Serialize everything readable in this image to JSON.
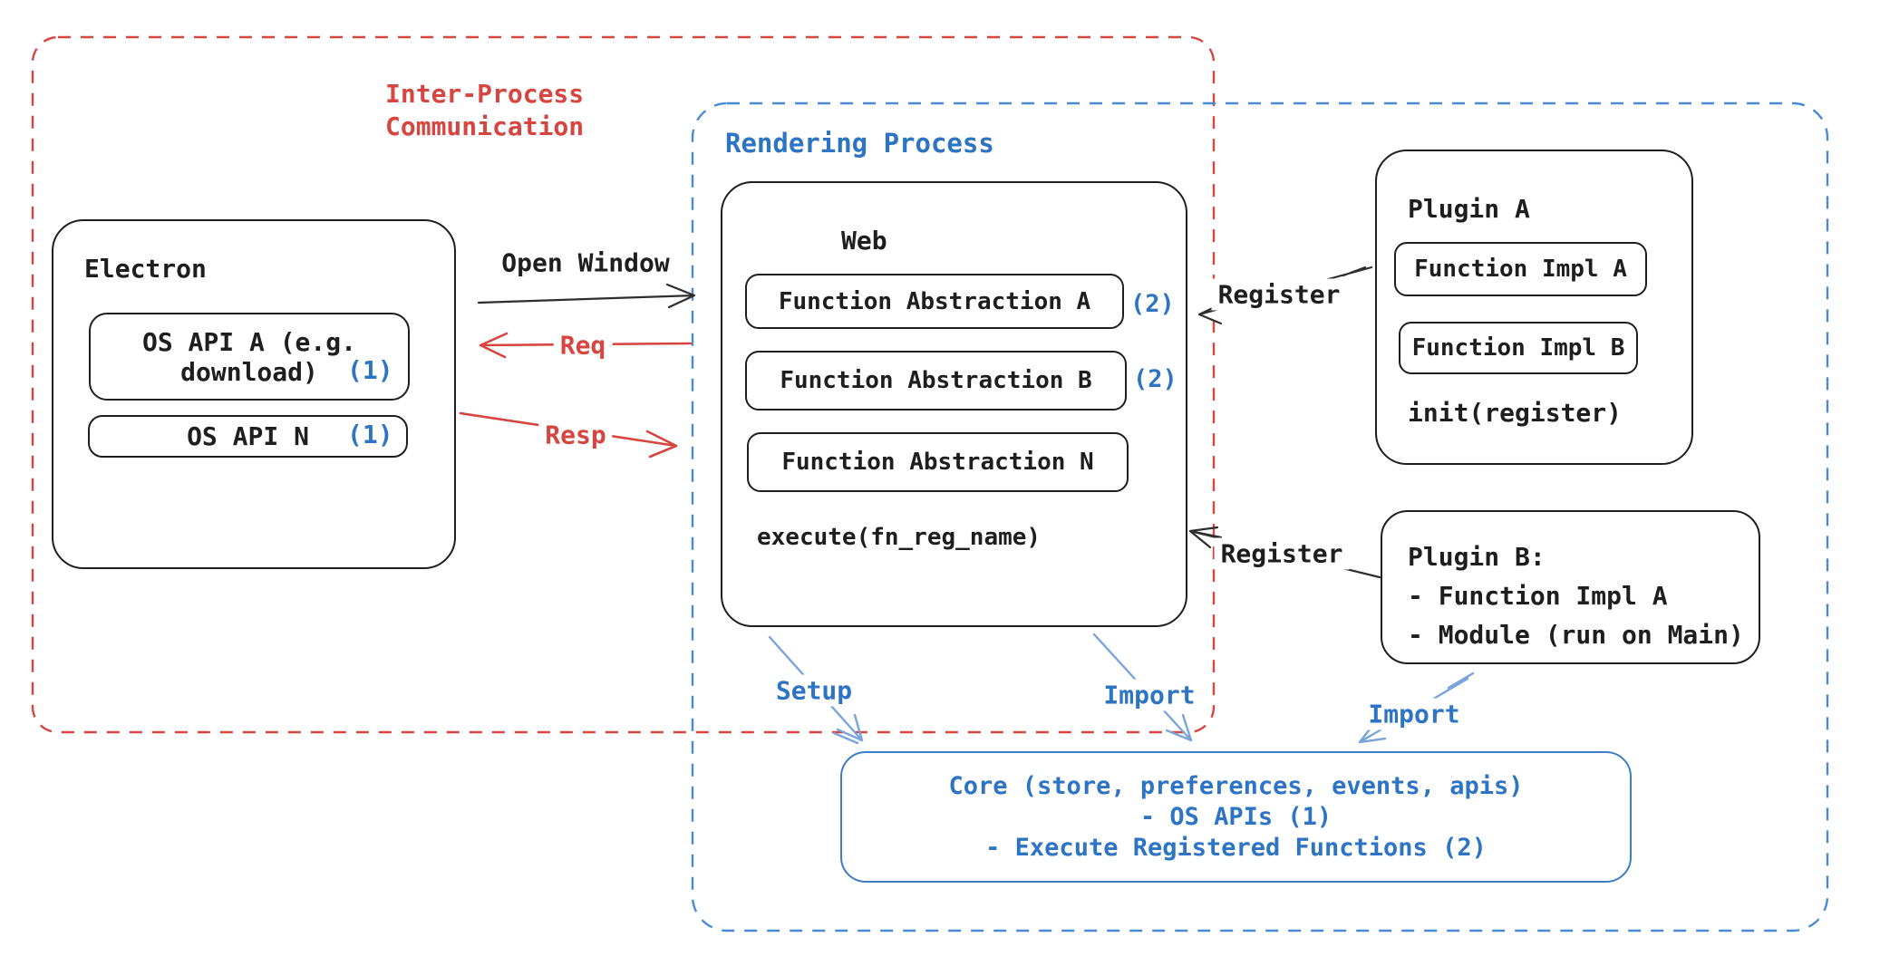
{
  "colors": {
    "ink": "#1e1e1e",
    "red": "#d64540",
    "blue": "#2e74c4",
    "blue_light": "#7aa4da",
    "blue_dash": "#4a8ad4",
    "core_border": "#3f7cc6",
    "background": "#ffffff"
  },
  "ipc": {
    "label_line1": "Inter-Process",
    "label_line2": "Communication"
  },
  "rendering": {
    "label": "Rendering Process"
  },
  "electron": {
    "title": "Electron",
    "api_a_line1": "OS API A (e.g.",
    "api_a_line2": "download)",
    "api_a_ref": "(1)",
    "api_n_label": "OS API N",
    "api_n_ref": "(1)"
  },
  "web": {
    "title": "Web",
    "fa_a_label": "Function Abstraction A",
    "fa_a_ref": "(2)",
    "fa_b_label": "Function Abstraction B",
    "fa_b_ref": "(2)",
    "fa_n_label": "Function Abstraction N",
    "execute_label": "execute(fn_reg_name)"
  },
  "plugin_a": {
    "title": "Plugin A",
    "impl_a_label": "Function Impl A",
    "impl_b_label": "Function Impl B",
    "init_label": "init(register)"
  },
  "plugin_b": {
    "title": "Plugin B:",
    "item1": "- Function Impl A",
    "item2": "- Module (run on Main)"
  },
  "core": {
    "line1": "Core (store, preferences, events, apis)",
    "line2": "- OS APIs (1)",
    "line3": "- Execute Registered Functions (2)"
  },
  "arrows": {
    "open_window": "Open Window",
    "req": "Req",
    "resp": "Resp",
    "register_top": "Register",
    "register_bottom": "Register",
    "setup": "Setup",
    "import_mid": "Import",
    "import_right": "Import"
  }
}
